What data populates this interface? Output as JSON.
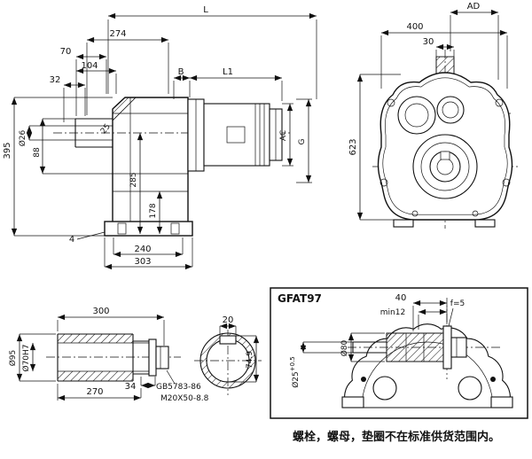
{
  "page": {
    "background": "#ffffff",
    "line_color": "#111111"
  },
  "views": {
    "side": {
      "dims": {
        "L": "L",
        "d274": "274",
        "d70": "70",
        "d104": "104",
        "d32": "32",
        "B": "B",
        "L1": "L1",
        "d25": "25",
        "phi26": "Ø26",
        "d88": "88",
        "d395": "395",
        "d285": "285",
        "d178": "178",
        "d4": "4",
        "d240": "240",
        "d303": "303",
        "AC": "AC",
        "G": "G"
      }
    },
    "front": {
      "dims": {
        "AD": "AD",
        "d400": "400",
        "d30": "30",
        "d623": "623"
      }
    },
    "shaft": {
      "dims": {
        "d300": "300",
        "phi95": "Ø95",
        "phi70": "Ø70H7",
        "d34": "34",
        "d270": "270"
      },
      "callouts": {
        "standard": "GB5783-86",
        "bolt": "M20X50-8.8"
      }
    },
    "section": {
      "dims": {
        "d20": "20",
        "d74_9": "74.9"
      }
    },
    "detail": {
      "title": "GFAT97",
      "dims": {
        "min12": "min12",
        "d40": "40",
        "f5": "f=5",
        "phi80": "Ø80",
        "phi25": "Ø25",
        "phi25_tol": "+0.5"
      }
    }
  },
  "footer": {
    "note": "螺栓，螺母，垫圈不在标准供货范围内。"
  }
}
